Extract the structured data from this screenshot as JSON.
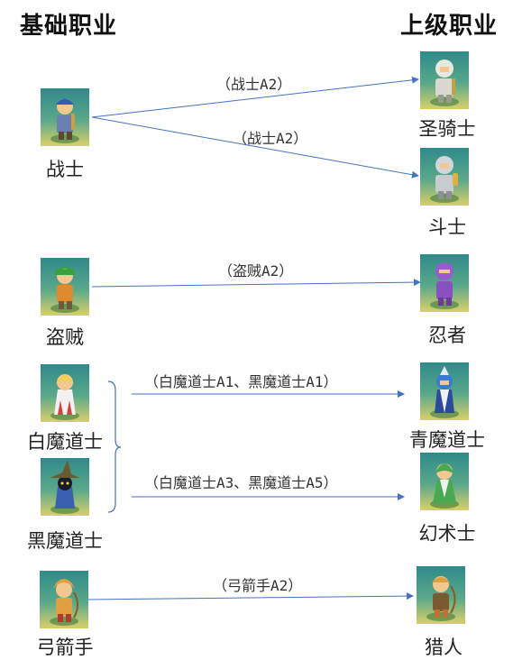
{
  "headers": {
    "base": "基础职业",
    "advanced": "上级职业"
  },
  "jobs": {
    "warrior": "战士",
    "paladin": "圣骑士",
    "monk": "斗士",
    "thief": "盗贼",
    "ninja": "忍者",
    "white_mage": "白魔道士",
    "black_mage": "黑魔道士",
    "blue_mage": "青魔道士",
    "illusionist": "幻术士",
    "archer": "弓箭手",
    "hunter": "猎人"
  },
  "conditions": {
    "warrior_to_paladin": "（战士A2）",
    "warrior_to_monk": "（战士A2）",
    "thief_to_ninja": "（盗贼A2）",
    "mages_to_blue": "（白魔道士A1、黑魔道士A1）",
    "mages_to_illusionist": "（白魔道士A3、黑魔道士A5）",
    "archer_to_hunter": "（弓箭手A2）"
  },
  "colors": {
    "arrow": "#4472c4",
    "sprite_bg_top": "#2f8a8a",
    "sprite_bg_bottom": "#d9cf6a"
  }
}
